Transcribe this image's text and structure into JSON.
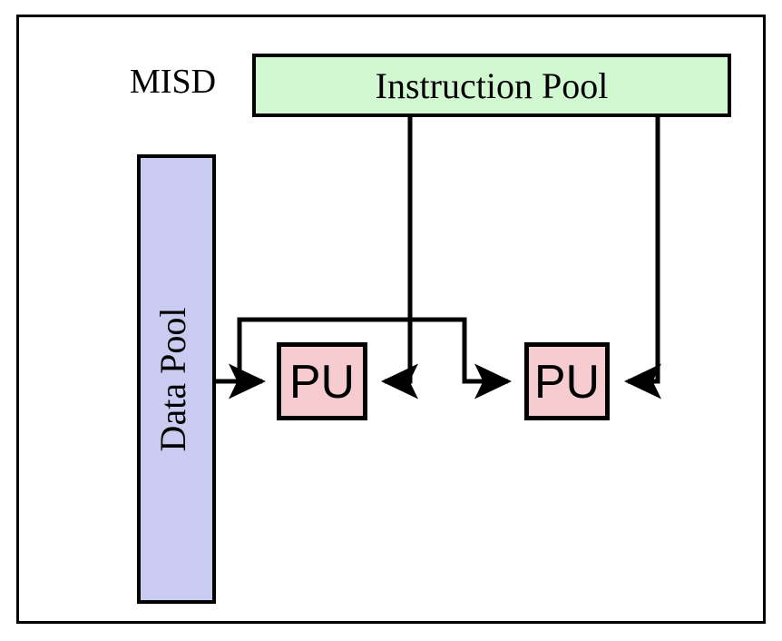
{
  "figure": {
    "title_label": "MISD",
    "type": "flynn-taxonomy-diagram",
    "background": "#ffffff",
    "frame_color": "#000000"
  },
  "blocks": {
    "instruction_pool": {
      "label": "Instruction Pool",
      "fill": "#d2f8d2",
      "stroke": "#000000"
    },
    "data_pool": {
      "label": "Data Pool",
      "fill": "#c9cbf0",
      "stroke": "#000000",
      "orientation": "vertical-bottom-to-top"
    },
    "processing_units": [
      {
        "label": "PU",
        "fill": "#f6ccd0",
        "stroke": "#000000"
      },
      {
        "label": "PU",
        "fill": "#f6ccd0",
        "stroke": "#000000"
      }
    ]
  },
  "connections": [
    {
      "name": "data-pool-to-pu-1",
      "from": "data_pool",
      "to": "pu-1",
      "arrow": "right"
    },
    {
      "name": "data-pool-to-pu-2",
      "from": "data_pool",
      "to": "pu-2",
      "arrow": "right"
    },
    {
      "name": "instruction-pool-to-pu-1",
      "from": "instruction_pool",
      "to": "pu-1",
      "arrow": "left"
    },
    {
      "name": "instruction-pool-to-pu-2",
      "from": "instruction_pool",
      "to": "pu-2",
      "arrow": "left"
    }
  ]
}
